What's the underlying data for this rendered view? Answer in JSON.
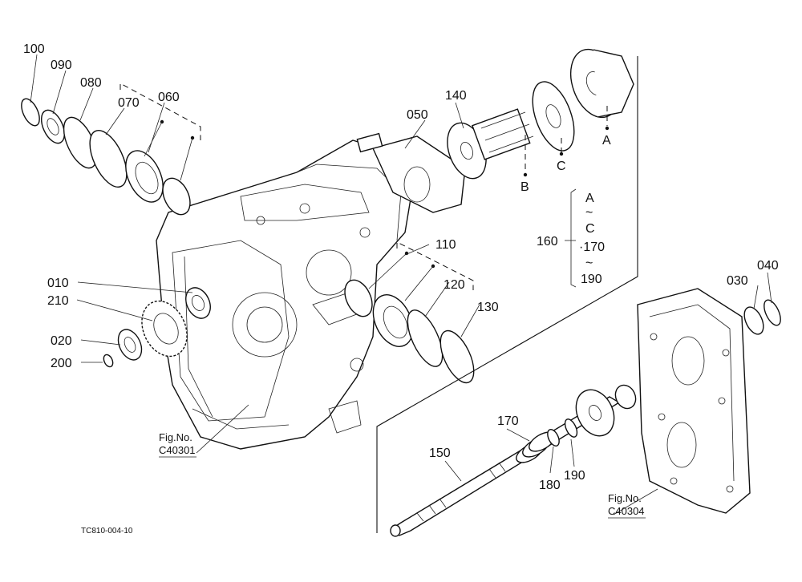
{
  "labels": {
    "p100": "100",
    "p090": "090",
    "p080": "080",
    "p070": "070",
    "p060": "060",
    "p050": "050",
    "p140": "140",
    "p010": "010",
    "p210": "210",
    "p020": "020",
    "p200": "200",
    "p110": "110",
    "p120": "120",
    "p130": "130",
    "p160": "160",
    "p030": "030",
    "p040": "040",
    "p150": "150",
    "p170": "170",
    "p180": "180",
    "p190": "190"
  },
  "letters": {
    "a": "A",
    "b": "B",
    "c": "C"
  },
  "group160": {
    "line1": "A",
    "line2": "~",
    "line3": "C",
    "line4": "·170",
    "line5": "~",
    "line6": "190"
  },
  "refs": {
    "left_title": "Fig.No.",
    "left_code": "C40301",
    "right_title": "Fig.No.",
    "right_code": "C40304"
  },
  "footer_code": "TC810-004-10"
}
